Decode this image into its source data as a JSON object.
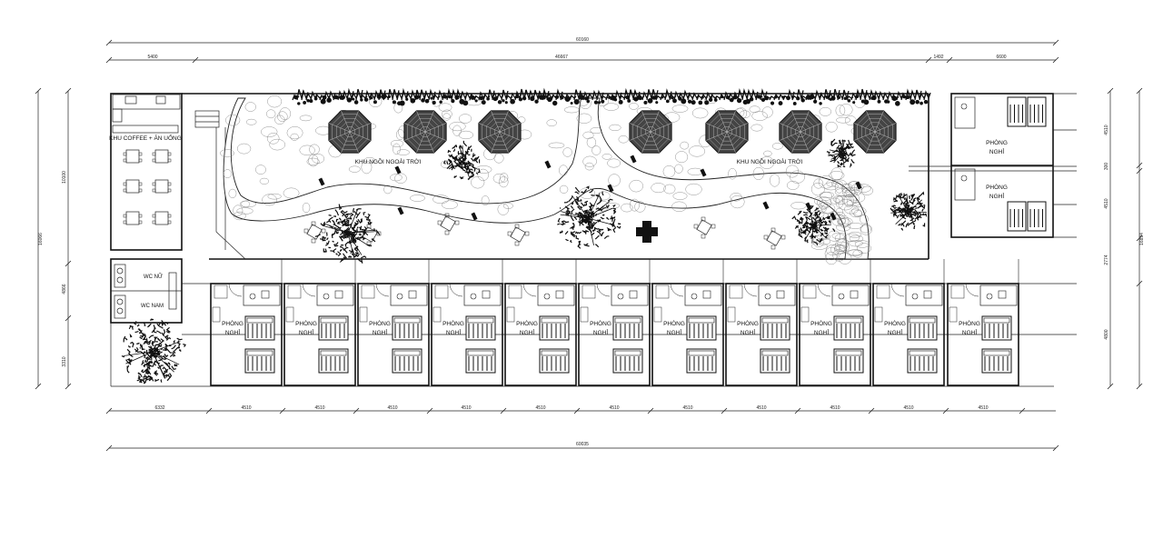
{
  "labels": {
    "coffee_area": "KHU COFFEE + ĂN UỐNG",
    "outdoor_seating_left": "KHU NGỒI NGOÀI TRỜI",
    "outdoor_seating_right": "KHU NGỒI NGOÀI TRỜI",
    "wc_female": "WC NỮ",
    "wc_male": "WC NAM",
    "room_line1": "PHÒNG",
    "room_line2": "NGHỈ"
  },
  "dimensions": {
    "top_total": "60160",
    "top_segments": [
      "5400",
      "46667",
      "1492",
      "6600"
    ],
    "bottom_total": "60035",
    "bottom_segments": [
      "6332",
      "4510",
      "4510",
      "4510",
      "4510",
      "4510",
      "4510",
      "4510",
      "4510",
      "4510",
      "4510",
      "4510"
    ],
    "left_total": "16066",
    "left_segments": [
      "10100",
      "4866",
      "3310"
    ],
    "right_total": "16894",
    "right_segments": [
      "4510",
      "300",
      "4510",
      "2774",
      "4800"
    ]
  },
  "room_count": 11,
  "annex_room_count": 2,
  "umbrella_count": 7,
  "colors": {
    "ink": "#111111",
    "paper": "#ffffff"
  }
}
